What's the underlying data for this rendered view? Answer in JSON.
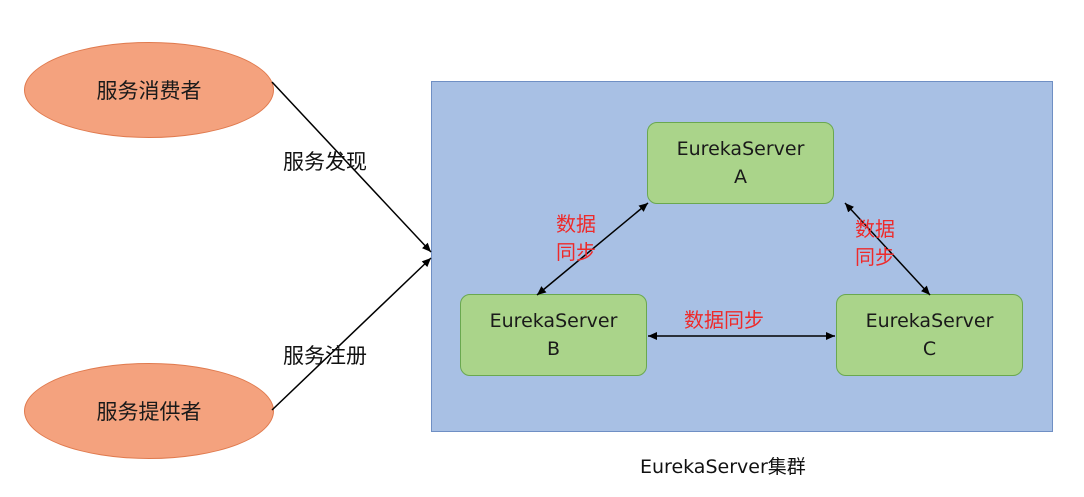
{
  "consumer": {
    "label": "服务消费者"
  },
  "provider": {
    "label": "服务提供者"
  },
  "edges": {
    "discovery_label": "服务发现",
    "register_label": "服务注册"
  },
  "servers": {
    "a": {
      "name": "EurekaServer",
      "id": "A"
    },
    "b": {
      "name": "EurekaServer",
      "id": "B"
    },
    "c": {
      "name": "EurekaServer",
      "id": "C"
    }
  },
  "sync": {
    "ab_line1": "数据",
    "ab_line2": "同步",
    "ac_line1": "数据",
    "ac_line2": "同步",
    "bc": "数据同步"
  },
  "cluster": {
    "caption": "EurekaServer集群"
  },
  "colors": {
    "ellipse_fill": "#f4a27e",
    "server_fill": "#aad48a",
    "cluster_fill": "#a8c0e4",
    "sync_text": "#ee2a2a"
  }
}
